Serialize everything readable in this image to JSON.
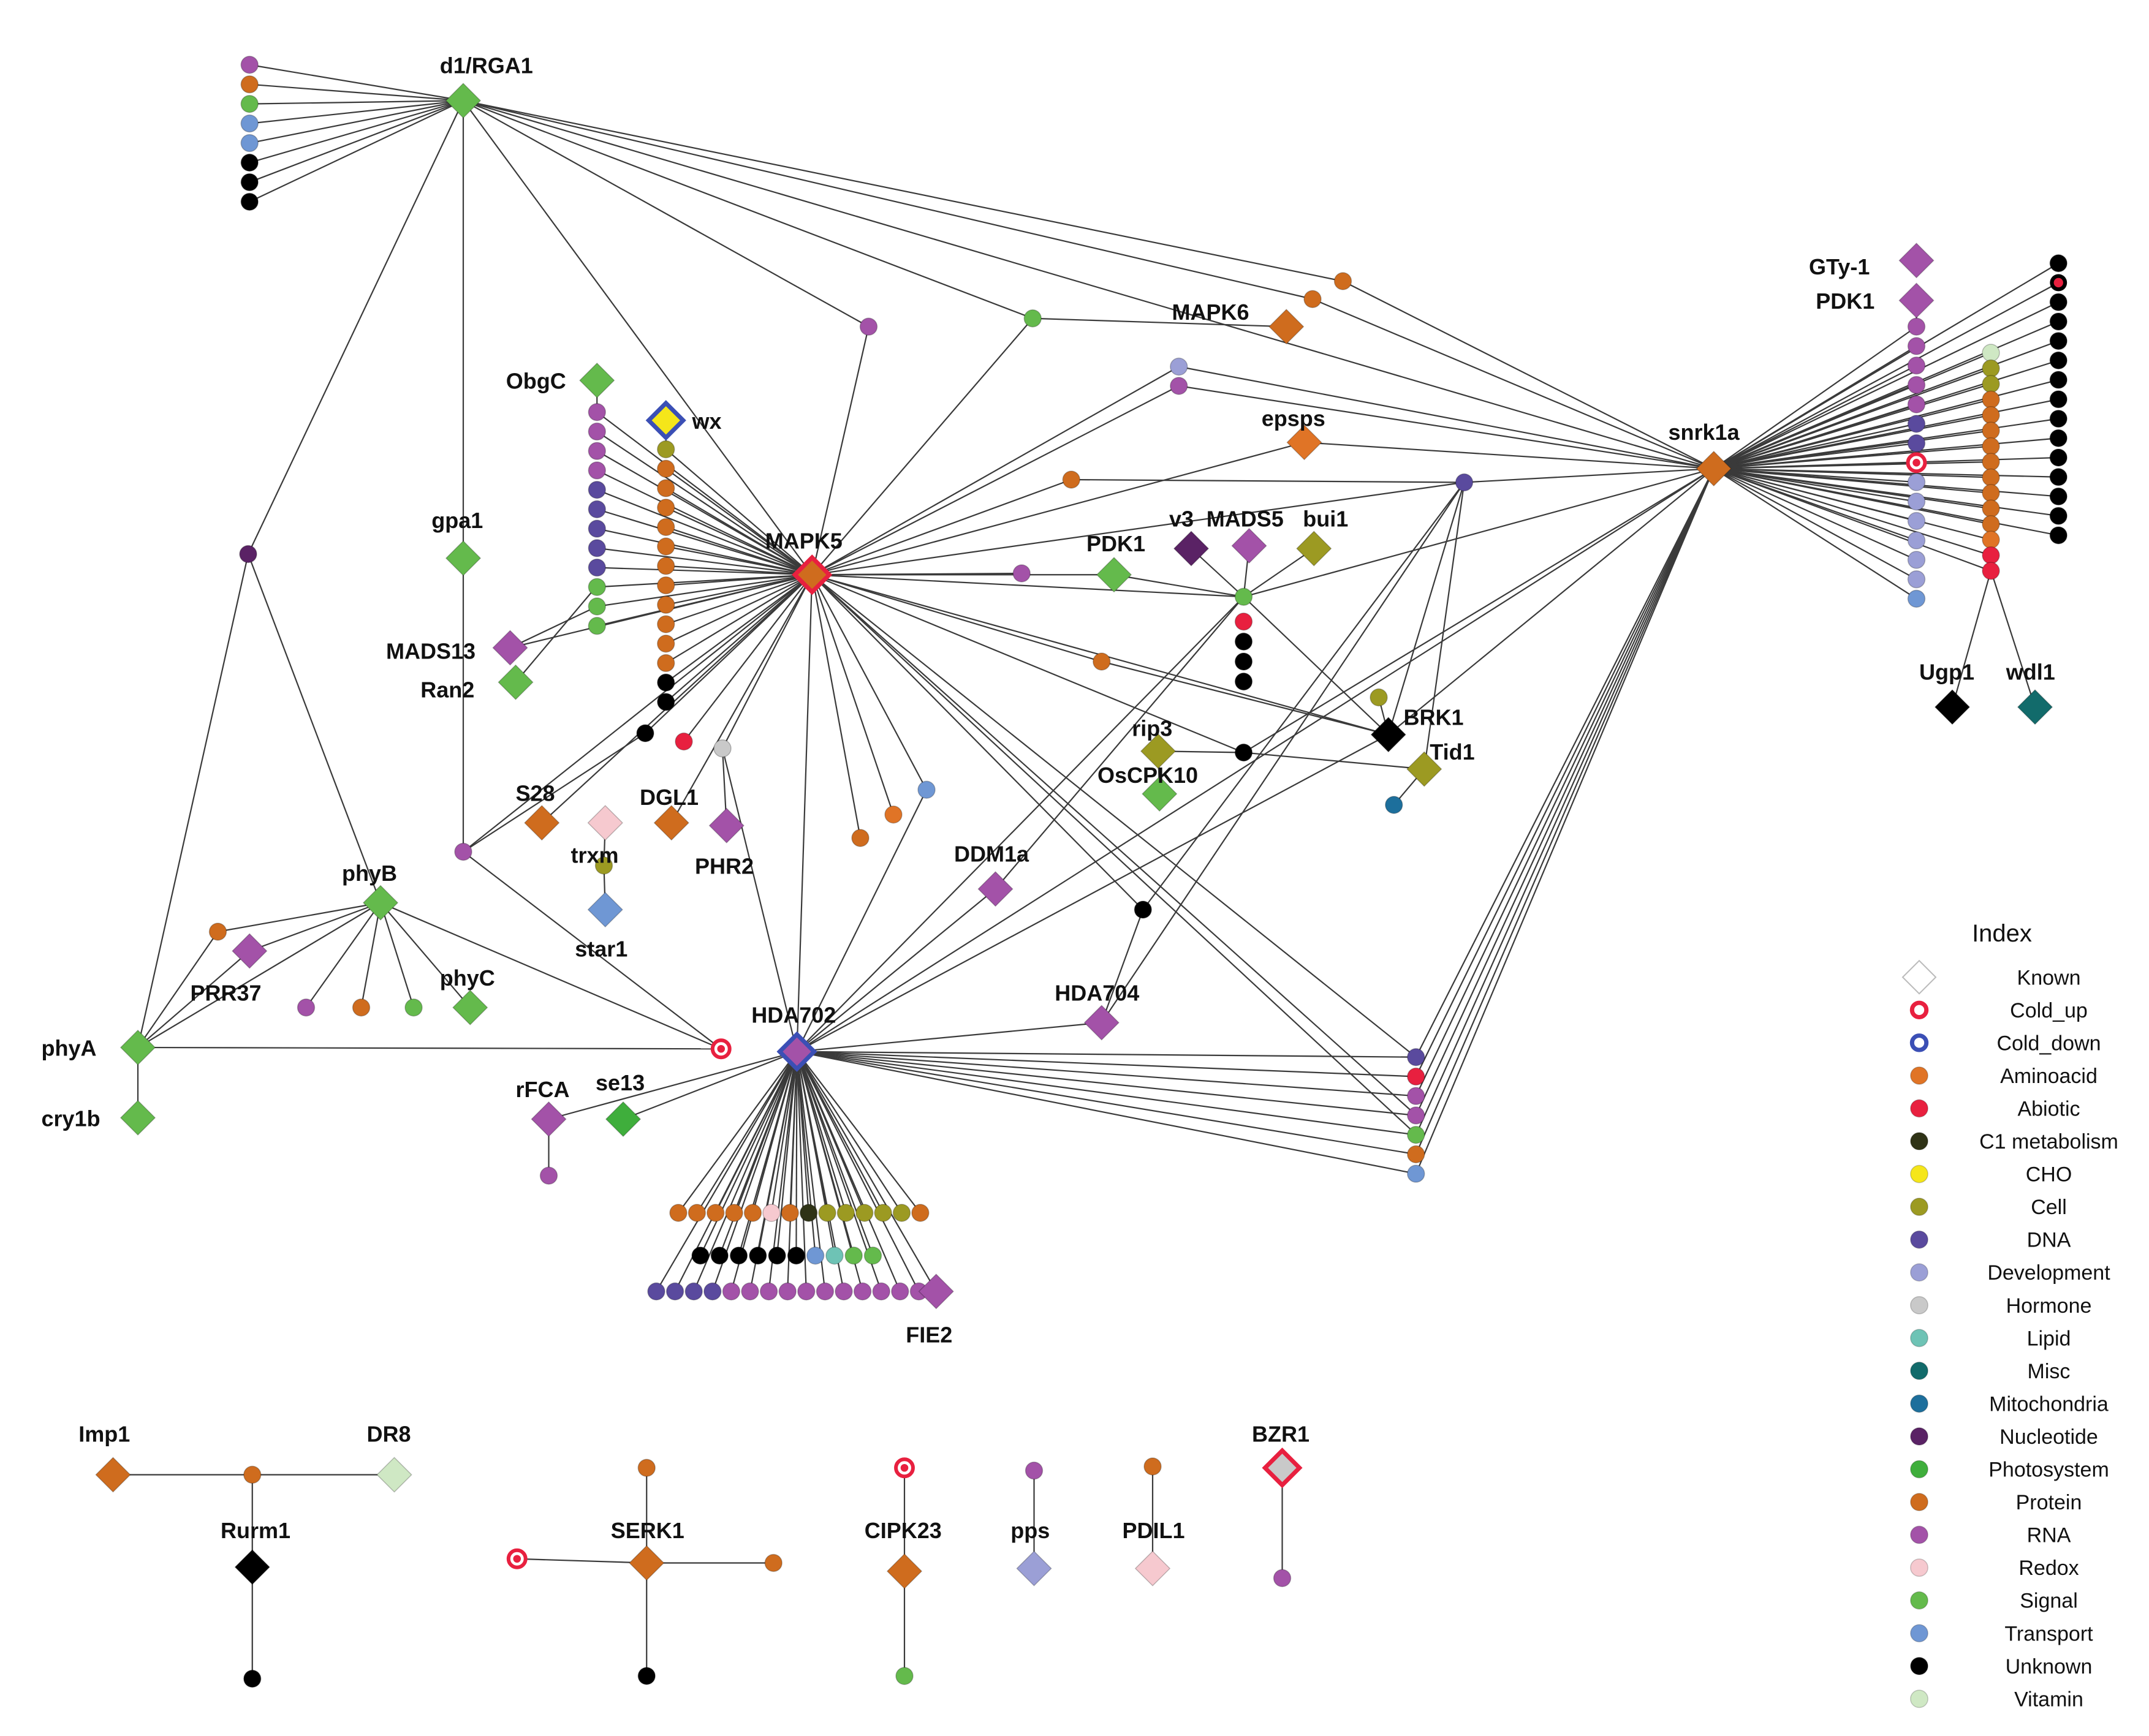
{
  "colors": {
    "Aminoacid": "#e07426",
    "Abiotic": "#e8203f",
    "C1 metabolism": "#2f3316",
    "CHO": "#f5e61a",
    "Cell": "#9c9a22",
    "DNA": "#5a4a9e",
    "Development": "#9b9fd6",
    "Hormone": "#c9c9c9",
    "Lipid": "#6ec3b5",
    "Misc": "#126b6b",
    "Mitochondria": "#1d6f9c",
    "Nucleotide": "#5a2265",
    "Photosystem": "#3fae3c",
    "Protein": "#cf6c1e",
    "RNA": "#a352a8",
    "Redox": "#f6c9cf",
    "Signal": "#64ba4c",
    "Transport": "#6f97d4",
    "Unknown": "#000000",
    "Vitamin": "#cfe8c4"
  },
  "legend": {
    "title": "Index",
    "items": [
      {
        "label": "Known",
        "style": "known"
      },
      {
        "label": "Cold_up",
        "style": "ring",
        "color": "#e8203f"
      },
      {
        "label": "Cold_down",
        "style": "ring",
        "color": "#3b4fb5"
      },
      {
        "label": "Aminoacid",
        "style": "dot"
      },
      {
        "label": "Abiotic",
        "style": "dot"
      },
      {
        "label": "C1 metabolism",
        "style": "dot"
      },
      {
        "label": "CHO",
        "style": "dot"
      },
      {
        "label": "Cell",
        "style": "dot"
      },
      {
        "label": "DNA",
        "style": "dot"
      },
      {
        "label": "Development",
        "style": "dot"
      },
      {
        "label": "Hormone",
        "style": "dot"
      },
      {
        "label": "Lipid",
        "style": "dot"
      },
      {
        "label": "Misc",
        "style": "dot"
      },
      {
        "label": "Mitochondria",
        "style": "dot"
      },
      {
        "label": "Nucleotide",
        "style": "dot"
      },
      {
        "label": "Photosystem",
        "style": "dot"
      },
      {
        "label": "Protein",
        "style": "dot"
      },
      {
        "label": "RNA",
        "style": "dot"
      },
      {
        "label": "Redox",
        "style": "dot"
      },
      {
        "label": "Signal",
        "style": "dot"
      },
      {
        "label": "Transport",
        "style": "dot"
      },
      {
        "label": "Unknown",
        "style": "dot"
      },
      {
        "label": "Vitamin",
        "style": "dot"
      }
    ]
  },
  "genes": [
    {
      "id": "d1",
      "label": "d1/RGA1",
      "cat": "Signal"
    },
    {
      "id": "MAPK5",
      "label": "MAPK5",
      "cat": "Protein",
      "ring": "Cold_up"
    },
    {
      "id": "snrk1a",
      "label": "snrk1a",
      "cat": "Protein"
    },
    {
      "id": "HDA702",
      "label": "HDA702",
      "cat": "RNA",
      "ring": "Cold_down"
    },
    {
      "id": "MAPK6",
      "label": "MAPK6",
      "cat": "Protein"
    },
    {
      "id": "GTy1",
      "label": "GTy-1",
      "cat": "RNA"
    },
    {
      "id": "PDK1r",
      "label": "PDK1",
      "cat": "RNA"
    },
    {
      "id": "ObgC",
      "label": "ObgC",
      "cat": "Signal"
    },
    {
      "id": "wx",
      "label": "wx",
      "cat": "CHO",
      "ring": "Cold_down"
    },
    {
      "id": "epsps",
      "label": "epsps",
      "cat": "Aminoacid"
    },
    {
      "id": "gpa1",
      "label": "gpa1",
      "cat": "Signal"
    },
    {
      "id": "PDK1c",
      "label": "PDK1",
      "cat": "Signal"
    },
    {
      "id": "v3",
      "label": "v3",
      "cat": "Nucleotide"
    },
    {
      "id": "MADS5",
      "label": "MADS5",
      "cat": "RNA"
    },
    {
      "id": "bui1",
      "label": "bui1",
      "cat": "Cell"
    },
    {
      "id": "MADS13",
      "label": "MADS13",
      "cat": "RNA"
    },
    {
      "id": "Ran2",
      "label": "Ran2",
      "cat": "Signal"
    },
    {
      "id": "BRK1",
      "label": "BRK1",
      "cat": "Unknown"
    },
    {
      "id": "rip3",
      "label": "rip3",
      "cat": "Cell"
    },
    {
      "id": "Tid1",
      "label": "Tid1",
      "cat": "Cell"
    },
    {
      "id": "OsCPK10",
      "label": "OsCPK10",
      "cat": "Signal"
    },
    {
      "id": "Ugp1",
      "label": "Ugp1",
      "cat": "Unknown"
    },
    {
      "id": "wdl1",
      "label": "wdl1",
      "cat": "Misc"
    },
    {
      "id": "S28",
      "label": "S28",
      "cat": "Protein"
    },
    {
      "id": "DGL1",
      "label": "DGL1",
      "cat": "Protein"
    },
    {
      "id": "trxm",
      "label": "trxm",
      "cat": "Redox"
    },
    {
      "id": "PHR2",
      "label": "PHR2",
      "cat": "RNA"
    },
    {
      "id": "star1",
      "label": "star1",
      "cat": "Transport"
    },
    {
      "id": "DDM1a",
      "label": "DDM1a",
      "cat": "RNA"
    },
    {
      "id": "phyB",
      "label": "phyB",
      "cat": "Signal"
    },
    {
      "id": "PRR37",
      "label": "PRR37",
      "cat": "RNA"
    },
    {
      "id": "phyC",
      "label": "phyC",
      "cat": "Signal"
    },
    {
      "id": "phyA",
      "label": "phyA",
      "cat": "Signal"
    },
    {
      "id": "cry1b",
      "label": "cry1b",
      "cat": "Signal"
    },
    {
      "id": "HDA704",
      "label": "HDA704",
      "cat": "RNA"
    },
    {
      "id": "rFCA",
      "label": "rFCA",
      "cat": "RNA"
    },
    {
      "id": "se13",
      "label": "se13",
      "cat": "Photosystem"
    },
    {
      "id": "FIE2",
      "label": "FIE2",
      "cat": "RNA"
    },
    {
      "id": "Imp1",
      "label": "Imp1",
      "cat": "Protein"
    },
    {
      "id": "DR8",
      "label": "DR8",
      "cat": "Vitamin"
    },
    {
      "id": "Rurm1",
      "label": "Rurm1",
      "cat": "Unknown"
    },
    {
      "id": "SERK1",
      "label": "SERK1",
      "cat": "Protein"
    },
    {
      "id": "CIPK23",
      "label": "CIPK23",
      "cat": "Protein"
    },
    {
      "id": "pps",
      "label": "pps",
      "cat": "Development"
    },
    {
      "id": "PDIL1",
      "label": "PDIL1",
      "cat": "Redox"
    },
    {
      "id": "BZR1",
      "label": "BZR1",
      "cat": "Hormone",
      "ring": "Cold_up"
    }
  ]
}
